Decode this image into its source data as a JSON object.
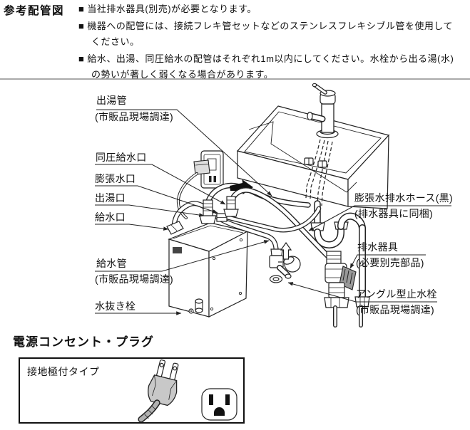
{
  "document": {
    "section_title": "参考配管図",
    "bullet_char": "■",
    "notes": [
      "当社排水器具(別売)が必要となります。",
      "機器への配管には、接続フレキ管セットなどのステンレスフレキシブル管を使用してください。",
      "給水、出湯、同圧給水の配管はそれぞれ1m以内にしてください。水栓から出る湯(水)の勢いが著しく弱くなる場合があります。"
    ]
  },
  "diagram": {
    "labels": {
      "hot_water_pipe": [
        "出湯管",
        "(市販品現場調達)"
      ],
      "equal_pressure_inlet": [
        "同圧給水口"
      ],
      "expansion_port": [
        "膨張水口"
      ],
      "hot_water_outlet": [
        "出湯口"
      ],
      "water_inlet": [
        "給水口"
      ],
      "supply_pipe": [
        "給水管",
        "(市販品現場調達)"
      ],
      "drain_plug": [
        "水抜き栓"
      ],
      "expansion_drain_hose": [
        "膨張水排水ホース(黒)",
        "(排水器具に同梱)"
      ],
      "drain_fitting": [
        "排水器具",
        "(必要別売部品)"
      ],
      "angle_stop_valve": [
        "アングル型止水栓",
        "(市販品現場調達)"
      ]
    }
  },
  "power": {
    "heading": "電源コンセント・プラグ",
    "type_label": "接地極付タイプ",
    "plug_icon": "grounded-plug-icon",
    "outlet_icon": "grounded-outlet-icon"
  },
  "colors": {
    "line": "#222222",
    "plug_body": "#c8c8c8",
    "cord": "#9a9a9a"
  }
}
